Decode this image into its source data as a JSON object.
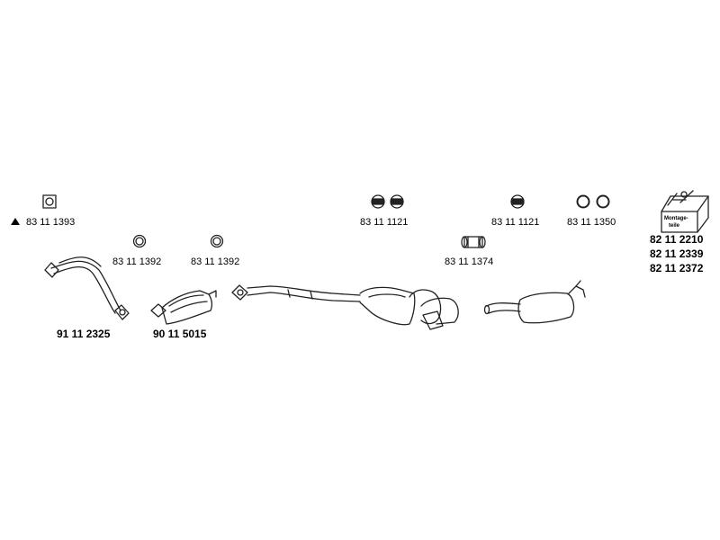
{
  "parts": {
    "clamp_square": "83 11 1393",
    "clamp_square_marker": "▲",
    "gasket_1": "83 11 1392",
    "gasket_2": "83 11 1392",
    "front_pipe": "91 11 2325",
    "catalyst": "90 11 5015",
    "rubber_mount_1": "83 11 1121",
    "rubber_mount_2": "83 11 1121",
    "o_rings": "83 11 1350",
    "clamp_sleeve": "83 11 1374"
  },
  "kit": {
    "label_line1": "Montage-",
    "label_line2": "teile",
    "numbers": [
      "82 11 2210",
      "82 11 2339",
      "82 11 2372"
    ]
  }
}
